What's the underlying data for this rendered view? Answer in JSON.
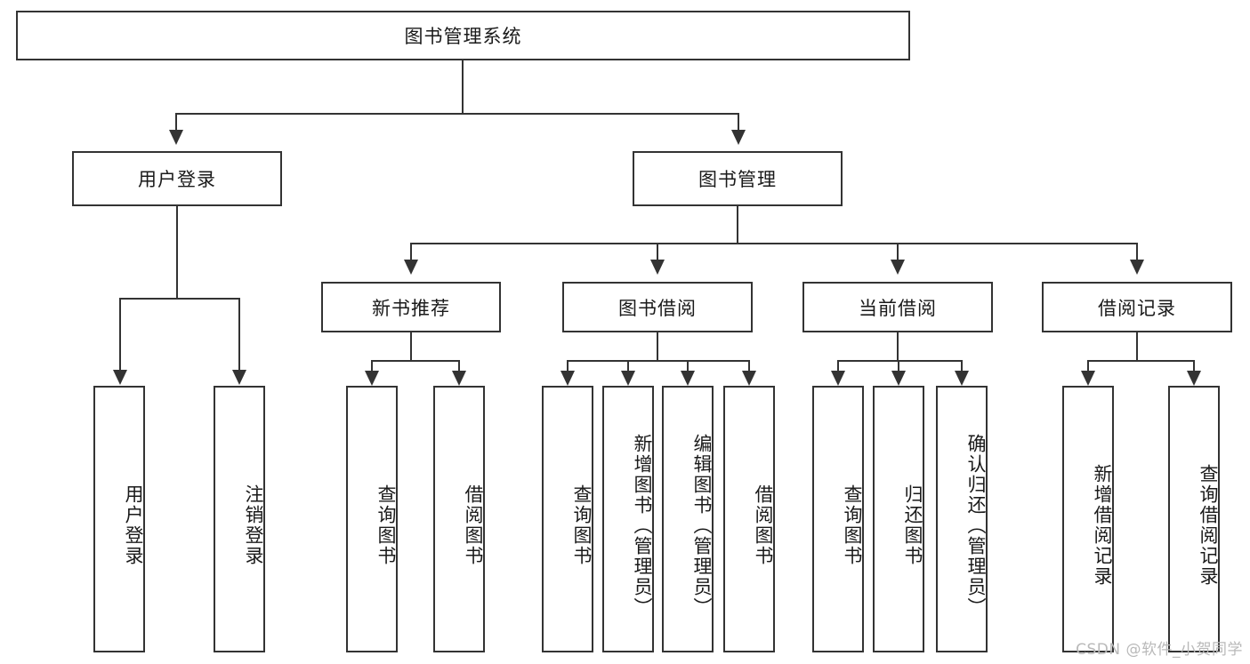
{
  "diagram": {
    "type": "tree-hierarchy",
    "title": "图书管理系统",
    "root": {
      "label": "图书管理系统"
    },
    "level2": [
      {
        "id": "user-login",
        "label": "用户登录"
      },
      {
        "id": "book-management",
        "label": "图书管理"
      }
    ],
    "level3": [
      {
        "id": "new-book-recommend",
        "label": "新书推荐"
      },
      {
        "id": "book-borrow",
        "label": "图书借阅"
      },
      {
        "id": "current-borrow",
        "label": "当前借阅"
      },
      {
        "id": "borrow-record",
        "label": "借阅记录"
      }
    ],
    "leaves": {
      "user_login": [
        {
          "id": "leaf-user-login",
          "label": "用户登录"
        },
        {
          "id": "leaf-user-logout",
          "label": "注销登录"
        }
      ],
      "new_book_recommend": [
        {
          "id": "leaf-query-book-1",
          "label": "查询图书"
        },
        {
          "id": "leaf-borrow-book-1",
          "label": "借阅图书"
        }
      ],
      "book_borrow": [
        {
          "id": "leaf-query-book-2",
          "label": "查询图书"
        },
        {
          "id": "leaf-add-book",
          "label": "新增图书（管理员）"
        },
        {
          "id": "leaf-edit-book",
          "label": "编辑图书（管理员）"
        },
        {
          "id": "leaf-borrow-book-2",
          "label": "借阅图书"
        }
      ],
      "current_borrow": [
        {
          "id": "leaf-query-book-3",
          "label": "查询图书"
        },
        {
          "id": "leaf-return-book",
          "label": "归还图书"
        },
        {
          "id": "leaf-confirm-return",
          "label": "确认归还（管理员）"
        }
      ],
      "borrow_record": [
        {
          "id": "leaf-add-record",
          "label": "新增借阅记录"
        },
        {
          "id": "leaf-query-record",
          "label": "查询借阅记录"
        }
      ]
    }
  },
  "watermark": {
    "text": "CSDN @软件_小贺同学"
  },
  "colors": {
    "stroke": "#333333",
    "background": "#ffffff",
    "text": "#1a1a1a",
    "watermark": "#b9b9b9"
  }
}
